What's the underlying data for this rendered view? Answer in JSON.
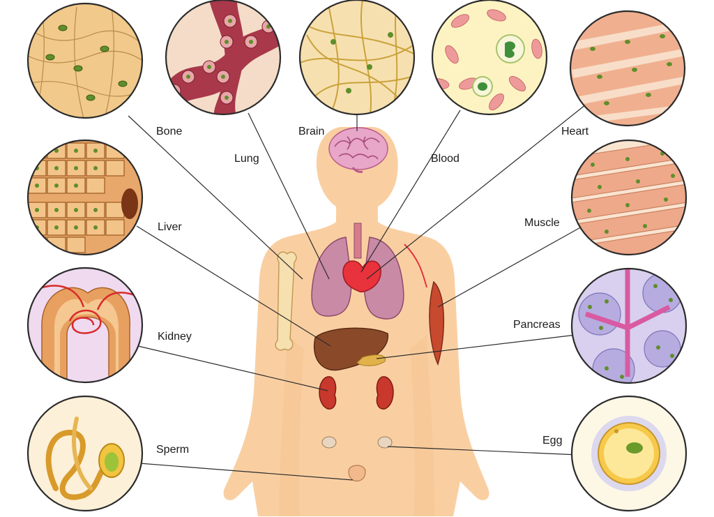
{
  "labels": {
    "bone": "Bone",
    "lung": "Lung",
    "brain": "Brain",
    "blood": "Blood",
    "heart": "Heart",
    "liver": "Liver",
    "muscle": "Muscle",
    "kidney": "Kidney",
    "pancreas": "Pancreas",
    "sperm": "Sperm",
    "egg": "Egg"
  },
  "colors": {
    "skin": "#f9cfa2",
    "outline": "#2b2b2b",
    "bone_tissue": "#f1c98a",
    "lung_tissue": "#e9b7a6",
    "brain_tissue": "#f7e0b0",
    "blood_bg": "#fdf3c2",
    "heart_tissue": "#f0b090",
    "liver_tissue": "#e8a86c",
    "kidney_bg": "#efdaf0",
    "pancreas_bg": "#d8d0ee",
    "sperm_bg": "#fdf0d8",
    "egg_bg": "#fdf7e6"
  }
}
